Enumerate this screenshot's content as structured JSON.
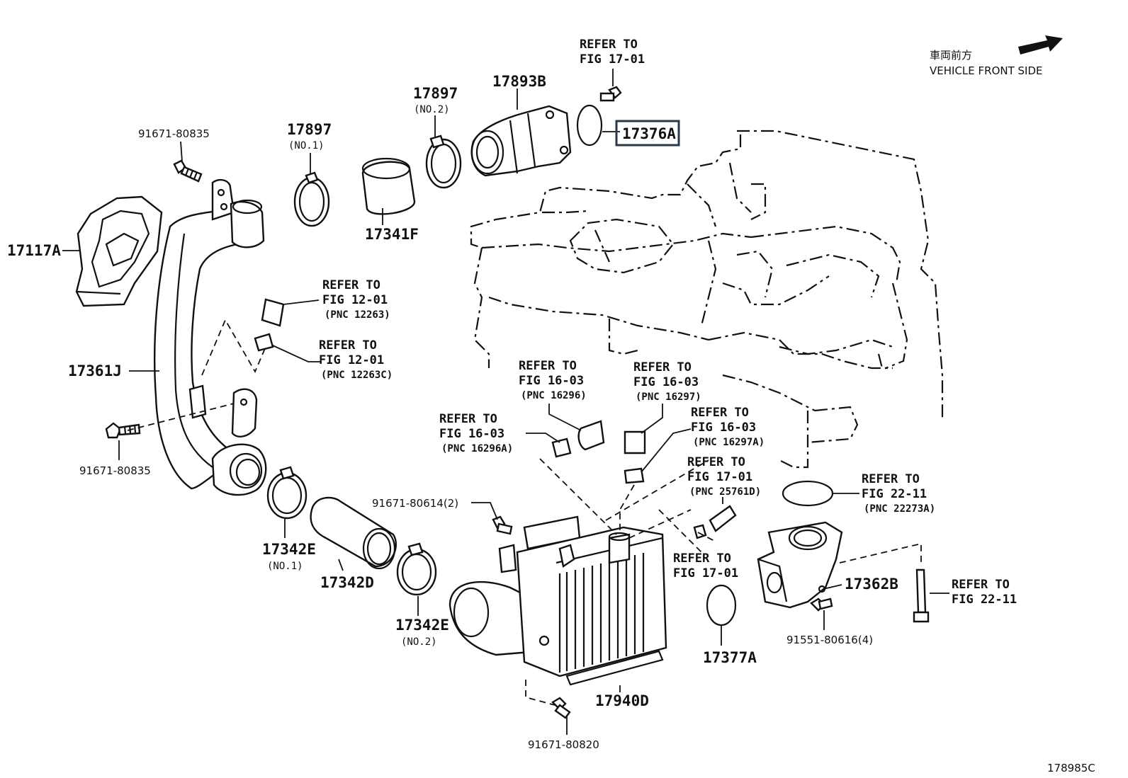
{
  "header": {
    "jp": "車両前方",
    "en": "VEHICLE FRONT SIDE"
  },
  "figure_code": "178985C",
  "parts": {
    "p17117A": "17117A",
    "p17361J": "17361J",
    "p91671_80835_top": "91671-80835",
    "p91671_80835_bot": "91671-80835",
    "p17897_no1": "17897",
    "p17897_no1_sub": "(NO.1)",
    "p17897_no2": "17897",
    "p17897_no2_sub": "(NO.2)",
    "p17341F": "17341F",
    "p17893B": "17893B",
    "p17376A": "17376A",
    "p17342E_no1": "17342E",
    "p17342E_no1_sub": "(NO.1)",
    "p17342D": "17342D",
    "p17342E_no2": "17342E",
    "p17342E_no2_sub": "(NO.2)",
    "p91671_80614": "91671-80614(2)",
    "p17940D": "17940D",
    "p91671_80820": "91671-80820",
    "p17377A": "17377A",
    "p17362B": "17362B",
    "p91551_80616": "91551-80616(4)"
  },
  "refs": {
    "r1701_top": {
      "a": "REFER TO",
      "b": "FIG 17-01"
    },
    "r1201_a": {
      "a": "REFER TO",
      "b": "FIG 12-01",
      "c": "(PNC 12263)"
    },
    "r1201_b": {
      "a": "REFER TO",
      "b": "FIG 12-01",
      "c": "(PNC 12263C)"
    },
    "r1603_16296": {
      "a": "REFER TO",
      "b": "FIG 16-03",
      "c": "(PNC 16296)"
    },
    "r1603_16297": {
      "a": "REFER TO",
      "b": "FIG 16-03",
      "c": "(PNC 16297)"
    },
    "r1603_16296A": {
      "a": "REFER TO",
      "b": "FIG 16-03",
      "c": "(PNC 16296A)"
    },
    "r1603_16297A": {
      "a": "REFER TO",
      "b": "FIG 16-03",
      "c": "(PNC 16297A)"
    },
    "r1701_25761D": {
      "a": "REFER TO",
      "b": "FIG 17-01",
      "c": "(PNC 25761D)"
    },
    "r2211_22273A": {
      "a": "REFER TO",
      "b": "FIG 22-11",
      "c": "(PNC 22273A)"
    },
    "r1701_bottom": {
      "a": "REFER TO",
      "b": "FIG 17-01"
    },
    "r2211_bolt": {
      "a": "REFER TO",
      "b": "FIG 22-11"
    }
  },
  "highlight_color": "#2b3a4a"
}
